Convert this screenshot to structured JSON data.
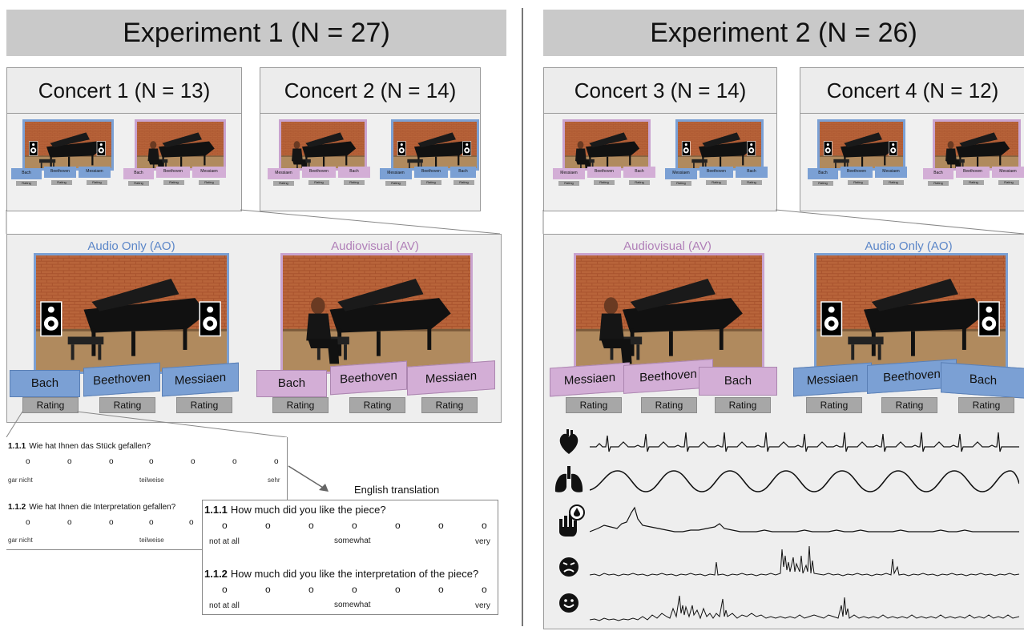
{
  "colors": {
    "blue": "#7ba0d4",
    "pink": "#d3aed6",
    "title_bg": "#c9c9c9",
    "panel_bg": "#eeeeee"
  },
  "exp1": {
    "title": "Experiment 1 (N = 27)",
    "concert1": {
      "title": "Concert 1 (N = 13)",
      "ao_chips": [
        "Bach",
        "Beethoven",
        "Messiaen"
      ],
      "av_chips": [
        "Bach",
        "Beethoven",
        "Messiaen"
      ]
    },
    "concert2": {
      "title": "Concert 2 (N = 14)",
      "av_chips": [
        "Messiaen",
        "Beethoven",
        "Bach"
      ],
      "ao_chips": [
        "Messiaen",
        "Beethoven",
        "Bach"
      ]
    },
    "rating_label": "Rating",
    "detail": {
      "ao_label": "Audio Only (AO)",
      "av_label": "Audiovisual (AV)",
      "ao_chips": [
        "Bach",
        "Beethoven",
        "Messiaen"
      ],
      "av_chips": [
        "Bach",
        "Beethoven",
        "Messiaen"
      ]
    },
    "questionnaire": {
      "q1_num": "1.1.1",
      "q1": "Wie hat Ihnen das Stück gefallen?",
      "q2_num": "1.1.2",
      "q2": "Wie hat Ihnen die Interpretation gefallen?",
      "low": "gar nicht",
      "mid": "teilweise",
      "high": "sehr",
      "circle": "o"
    },
    "translation": {
      "caption": "English translation",
      "q1_num": "1.1.1",
      "q1": "How much did you like the piece?",
      "q2_num": "1.1.2",
      "q2": "How much did you like the interpretation of the piece?",
      "low": "not at all",
      "mid": "somewhat",
      "high": "very"
    }
  },
  "exp2": {
    "title": "Experiment 2 (N = 26)",
    "concert3": {
      "title": "Concert 3 (N = 14)",
      "av_chips": [
        "Messiaen",
        "Beethoven",
        "Bach"
      ],
      "ao_chips": [
        "Messiaen",
        "Beethoven",
        "Bach"
      ]
    },
    "concert4": {
      "title": "Concert 4 (N = 12)",
      "ao_chips": [
        "Bach",
        "Beethoven",
        "Messiaen"
      ],
      "av_chips": [
        "Bach",
        "Beethoven",
        "Messiaen"
      ]
    },
    "detail": {
      "av_label": "Audiovisual (AV)",
      "ao_label": "Audio Only (AO)",
      "av_chips": [
        "Messiaen",
        "Beethoven",
        "Bach"
      ],
      "ao_chips": [
        "Messiaen",
        "Beethoven",
        "Bach"
      ]
    },
    "signals": [
      {
        "icon": "heart-icon"
      },
      {
        "icon": "lungs-icon"
      },
      {
        "icon": "hand-sweat-icon"
      },
      {
        "icon": "angry-face-icon"
      },
      {
        "icon": "smile-face-icon"
      }
    ]
  }
}
